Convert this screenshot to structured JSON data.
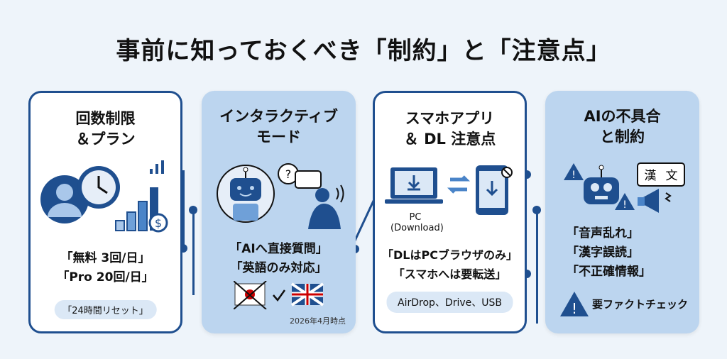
{
  "title": "事前に知っておくべき「制約」と「注意点」",
  "cards": [
    {
      "title1": "回数制限",
      "title2": "＆プラン",
      "line1": "「無料 3回/日」",
      "line2": "「Pro 20回/日」",
      "pill": "「24時間リセット」",
      "icon": "user-clock-chart-dollar-icon"
    },
    {
      "title1": "インタラクティブ",
      "title2": "モード",
      "line1": "「AIへ直接質問」",
      "line2": "「英語のみ対応」",
      "note": "2026年4月時点",
      "icon": "robot-conversation-icon"
    },
    {
      "title1": "スマホアプリ",
      "title2": "＆ DL 注意点",
      "pc_label": "PC",
      "pc_sub": "(Download)",
      "line1": "「DLはPCブラウザのみ」",
      "line2": "「スマホへは要転送」",
      "pill": "AirDrop、Drive、USB",
      "icon": "laptop-phone-transfer-icon"
    },
    {
      "title1": "AIの不具合",
      "title2": "と制約",
      "kanji1": "漢",
      "kanji2": "文",
      "line1": "「音声乱れ」",
      "line2": "「漢字誤読」",
      "line3": "「不正確情報」",
      "warn": "要ファクトチェック",
      "icon": "robot-warning-icon"
    }
  ],
  "colors": {
    "navy": "#1f4f8f",
    "lightblue": "#bcd5ef",
    "bg": "#eef4fa"
  }
}
